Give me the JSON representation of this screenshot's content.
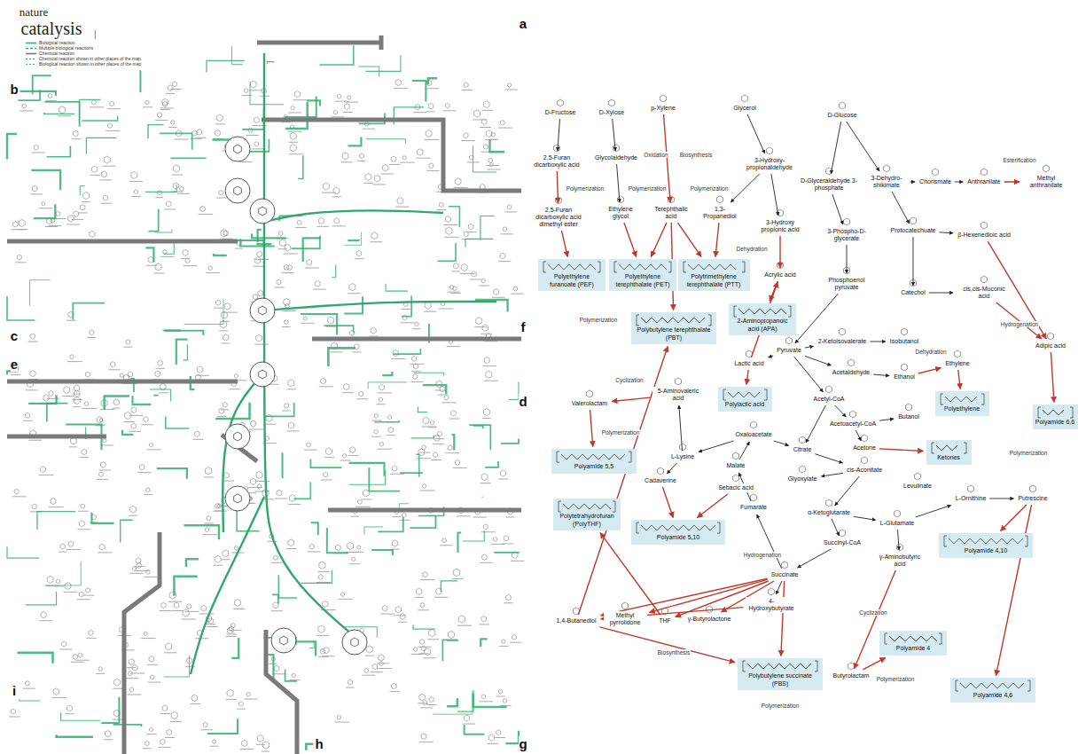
{
  "diagram": {
    "nodes": [
      {
        "text": [
          "D-Fructose"
        ]
      },
      {
        "text": [
          "D-Xylose"
        ]
      },
      {
        "text": [
          "p-Xylene"
        ]
      },
      {
        "text": [
          "Glycerol"
        ]
      },
      {
        "text": [
          "D-Glucose"
        ]
      },
      {
        "text": [
          "2,5-Furan dicarboxylic acid"
        ]
      },
      {
        "text": [
          "Glycolaldehyde"
        ]
      },
      {
        "text": [
          "3-Hydroxy-propionaldehyde"
        ]
      },
      {
        "text": [
          "D-Glyceraldehyde 3-phosphate"
        ]
      },
      {
        "text": [
          "3-Dehydro-shikimate"
        ]
      },
      {
        "text": [
          "Chorismate"
        ]
      },
      {
        "text": [
          "Anthranilate"
        ]
      },
      {
        "text": [
          "Methyl anthranilate"
        ]
      },
      {
        "text": [
          "2,5-Furan dicarboxylic acid dimethyl ester"
        ]
      },
      {
        "text": [
          "Ethylene glycol"
        ]
      },
      {
        "text": [
          "Terephthalic acid"
        ]
      },
      {
        "text": [
          "1,3-Propanediol"
        ]
      },
      {
        "text": [
          "3-Hydroxy propionic acid"
        ]
      },
      {
        "text": [
          "3-Phospho-D-glycerate"
        ]
      },
      {
        "text": [
          "Protocatechuate"
        ]
      },
      {
        "text": [
          "β-Hexenedioic acid"
        ]
      },
      {
        "text": [
          "Polyethylene furanoate (PEF)"
        ]
      },
      {
        "text": [
          "Polyethylene terephthalate (PET)"
        ]
      },
      {
        "text": [
          "Polytrimethylene terephthalate (PTT)"
        ]
      },
      {
        "text": [
          "Acrylic acid"
        ]
      },
      {
        "text": [
          "Phosphoenol pyruvate"
        ]
      },
      {
        "text": [
          "Catechol"
        ]
      },
      {
        "text": [
          "cis,cis-Muconic acid"
        ]
      },
      {
        "text": [
          "Polybutylene terephthalate (PBT)"
        ]
      },
      {
        "text": [
          "2-Aminopropanoic acid (APA)"
        ]
      },
      {
        "text": [
          "Lactic acid"
        ]
      },
      {
        "text": [
          "Pyruvate"
        ]
      },
      {
        "text": [
          "2-Ketoisovalerate"
        ]
      },
      {
        "text": [
          "Isobutanol"
        ]
      },
      {
        "text": [
          "Acetaldehyde"
        ]
      },
      {
        "text": [
          "Ethanol"
        ]
      },
      {
        "text": [
          "Ethylene"
        ]
      },
      {
        "text": [
          "Adipic acid"
        ]
      },
      {
        "text": [
          "Polylactic acid"
        ]
      },
      {
        "text": [
          "Acetyl-CoA"
        ]
      },
      {
        "text": [
          "Polyethylene"
        ]
      },
      {
        "text": [
          "Valerolactam"
        ]
      },
      {
        "text": [
          "5-Aminovaleric acid"
        ]
      },
      {
        "text": [
          "Polyamide 5,5"
        ]
      },
      {
        "text": [
          "Acetoacetyl-CoA"
        ]
      },
      {
        "text": [
          "Butanol"
        ]
      },
      {
        "text": [
          "Acetone"
        ]
      },
      {
        "text": [
          "Ketones"
        ]
      },
      {
        "text": [
          "L-Lysine"
        ]
      },
      {
        "text": [
          "Oxaloacetate"
        ]
      },
      {
        "text": [
          "Citrate"
        ]
      },
      {
        "text": [
          "Cadaverine"
        ]
      },
      {
        "text": [
          "Malate"
        ]
      },
      {
        "text": [
          "cis-Aconitate"
        ]
      },
      {
        "text": [
          "Polytetrahydrofuran (PolyTHF)"
        ]
      },
      {
        "text": [
          "Sebacic acid"
        ]
      },
      {
        "text": [
          "Glyoxylate"
        ]
      },
      {
        "text": [
          "Levulinate"
        ]
      },
      {
        "text": [
          "L-Ornithine"
        ]
      },
      {
        "text": [
          "Putrescine"
        ]
      },
      {
        "text": [
          "Fumarate"
        ]
      },
      {
        "text": [
          "α-Ketoglutarate"
        ]
      },
      {
        "text": [
          "L-Glutamate"
        ]
      },
      {
        "text": [
          "Polyamide 5,10"
        ]
      },
      {
        "text": [
          "Polyamide 6,6"
        ]
      },
      {
        "text": [
          "Succinyl-CoA"
        ]
      },
      {
        "text": [
          "γ-Aminobutyric acid"
        ]
      },
      {
        "text": [
          "Polyamide 4,10"
        ]
      },
      {
        "text": [
          "Succinate"
        ]
      },
      {
        "text": [
          "1,4-Butanediol"
        ]
      },
      {
        "text": [
          "Methyl pyrrolidone"
        ]
      },
      {
        "text": [
          "THF"
        ]
      },
      {
        "text": [
          "γ-Butyrolactone"
        ]
      },
      {
        "text": [
          "4-Hydroxybutyrate"
        ]
      },
      {
        "text": [
          "Polybutylene succinate (PBS)"
        ]
      },
      {
        "text": [
          "Butyrolactam"
        ]
      },
      {
        "text": [
          "Polyamide 4"
        ]
      },
      {
        "text": [
          "Polyamide 4,6"
        ]
      }
    ],
    "edges": [
      {
        "from": 0,
        "to": 5,
        "arrow": "to"
      },
      {
        "from": 1,
        "to": 6,
        "arrow": "to"
      },
      {
        "from": 6,
        "to": 14,
        "arrow": "to"
      },
      {
        "from": 5,
        "to": 13,
        "arrow": "to"
      },
      {
        "from": 13,
        "to": 21,
        "arrow": "to"
      },
      {
        "from": 14,
        "to": 22,
        "arrow": "to"
      },
      {
        "from": 15,
        "to": 22,
        "arrow": "to"
      },
      {
        "from": 2,
        "to": 15,
        "arrow": "to"
      },
      {
        "from": 15,
        "to": 23,
        "arrow": "to"
      },
      {
        "from": 16,
        "to": 23,
        "arrow": "to"
      },
      {
        "from": 3,
        "to": 7,
        "arrow": "to"
      },
      {
        "from": 7,
        "to": 16,
        "arrow": "to"
      },
      {
        "from": 7,
        "to": 17,
        "arrow": "to"
      },
      {
        "from": 17,
        "to": 24,
        "arrow": "to"
      },
      {
        "from": 4,
        "to": 8,
        "arrow": "to"
      },
      {
        "from": 8,
        "to": 18,
        "arrow": "to"
      },
      {
        "from": 18,
        "to": 25,
        "arrow": "to"
      },
      {
        "from": 25,
        "to": 31,
        "arrow": "to"
      },
      {
        "from": 4,
        "to": 9,
        "arrow": "to"
      },
      {
        "from": 9,
        "to": 10,
        "arrow": "to"
      },
      {
        "from": 10,
        "to": 11,
        "arrow": "to"
      },
      {
        "from": 11,
        "to": 12,
        "arrow": "to"
      },
      {
        "from": 9,
        "to": 19,
        "arrow": "to"
      },
      {
        "from": 19,
        "to": 26,
        "arrow": "to"
      },
      {
        "from": 26,
        "to": 27,
        "arrow": "to"
      },
      {
        "from": 19,
        "to": 20,
        "arrow": "to"
      },
      {
        "from": 27,
        "to": 37,
        "arrow": "to"
      },
      {
        "from": 20,
        "to": 37,
        "arrow": "to"
      },
      {
        "from": 30,
        "to": 24,
        "arrow": "to"
      },
      {
        "from": 24,
        "to": 29,
        "arrow": "to"
      },
      {
        "from": 31,
        "to": 30,
        "arrow": "to"
      },
      {
        "from": 30,
        "to": 38,
        "arrow": "to"
      },
      {
        "from": 31,
        "to": 32,
        "arrow": "to"
      },
      {
        "from": 32,
        "to": 33,
        "arrow": "to"
      },
      {
        "from": 31,
        "to": 34,
        "arrow": "to"
      },
      {
        "from": 34,
        "to": 35,
        "arrow": "to"
      },
      {
        "from": 35,
        "to": 36,
        "arrow": "to"
      },
      {
        "from": 36,
        "to": 40,
        "arrow": "to"
      },
      {
        "from": 31,
        "to": 39,
        "arrow": "to"
      },
      {
        "from": 39,
        "to": 44,
        "arrow": "to"
      },
      {
        "from": 44,
        "to": 45,
        "arrow": "to"
      },
      {
        "from": 44,
        "to": 46,
        "arrow": "to"
      },
      {
        "from": 46,
        "to": 47,
        "arrow": "to"
      },
      {
        "from": 39,
        "to": 50,
        "arrow": "to"
      },
      {
        "from": 49,
        "to": 50,
        "arrow": "to"
      },
      {
        "from": 50,
        "to": 53,
        "arrow": "to"
      },
      {
        "from": 53,
        "to": 61,
        "arrow": "to"
      },
      {
        "from": 52,
        "to": 49,
        "arrow": "to"
      },
      {
        "from": 60,
        "to": 52,
        "arrow": "to"
      },
      {
        "from": 68,
        "to": 60,
        "arrow": "to"
      },
      {
        "from": 61,
        "to": 65,
        "arrow": "to"
      },
      {
        "from": 65,
        "to": 68,
        "arrow": "to"
      },
      {
        "from": 61,
        "to": 62,
        "arrow": "to"
      },
      {
        "from": 62,
        "to": 66,
        "arrow": "to"
      },
      {
        "from": 66,
        "to": 75,
        "arrow": "to"
      },
      {
        "from": 75,
        "to": 76,
        "arrow": "to"
      },
      {
        "from": 62,
        "to": 58,
        "arrow": "to"
      },
      {
        "from": 58,
        "to": 59,
        "arrow": "to"
      },
      {
        "from": 59,
        "to": 67,
        "arrow": "to"
      },
      {
        "from": 55,
        "to": 63,
        "arrow": "to"
      },
      {
        "from": 51,
        "to": 63,
        "arrow": "to"
      },
      {
        "from": 48,
        "to": 51,
        "arrow": "to"
      },
      {
        "from": 49,
        "to": 48,
        "arrow": "to"
      },
      {
        "from": 48,
        "to": 42,
        "arrow": "to"
      },
      {
        "from": 42,
        "to": 41,
        "arrow": "to"
      },
      {
        "from": 41,
        "to": 43,
        "arrow": "to"
      },
      {
        "from": 69,
        "to": 28,
        "arrow": "to"
      },
      {
        "from": 15,
        "to": 28,
        "arrow": "to"
      },
      {
        "from": 68,
        "to": 69,
        "arrow": "to"
      },
      {
        "from": 68,
        "to": 70,
        "arrow": "to"
      },
      {
        "from": 68,
        "to": 71,
        "arrow": "to"
      },
      {
        "from": 68,
        "to": 72,
        "arrow": "to"
      },
      {
        "from": 68,
        "to": 73,
        "arrow": "to"
      },
      {
        "from": 73,
        "to": 69,
        "arrow": "to"
      },
      {
        "from": 68,
        "to": 74,
        "arrow": "to"
      },
      {
        "from": 69,
        "to": 74,
        "arrow": "to"
      },
      {
        "from": 37,
        "to": 64,
        "arrow": "to"
      },
      {
        "from": 71,
        "to": 54,
        "arrow": "to"
      },
      {
        "from": 53,
        "to": 56,
        "arrow": "to"
      },
      {
        "from": 59,
        "to": 77,
        "arrow": "to"
      }
    ],
    "labels": [
      "nature",
      "catalysis",
      "a",
      "b",
      "c",
      "d",
      "e",
      "f",
      "g",
      "h",
      "i",
      "Oxidation",
      "Biosynthesis",
      "Polymerization",
      "Polymerization",
      "Polymerization",
      "Dehydration",
      "Esterification",
      "Hydrogenation",
      "Dehydration",
      "Cyclization",
      "Polymerization",
      "Polymerization",
      "Hydrogenation",
      "Cyclization",
      "Biosynthesis",
      "Polymerization",
      "Polymerization",
      "Polymerization"
    ],
    "legend": [
      {
        "text": "Biological reaction"
      },
      {
        "text": "Multiple biological reactions"
      },
      {
        "text": "Chemical reaction"
      },
      {
        "text": "Chemical reaction shown in other places of the map"
      },
      {
        "text": "Biological reaction shown in other places of the map"
      }
    ]
  }
}
